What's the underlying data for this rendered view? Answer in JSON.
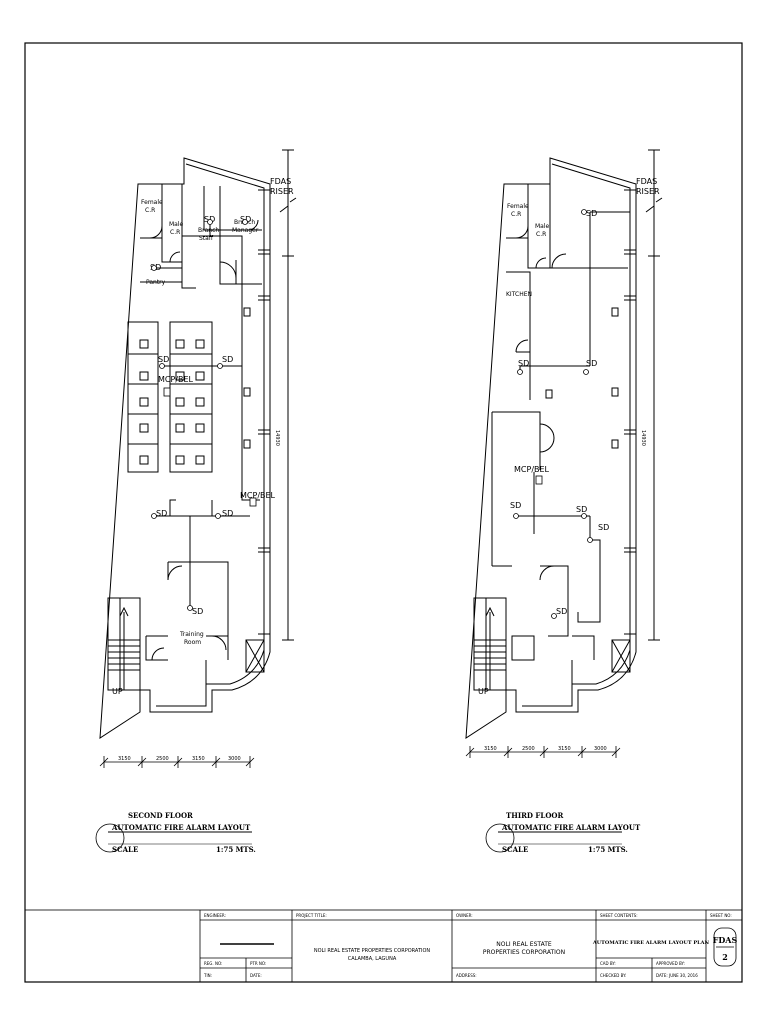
{
  "sheet": {
    "riser_label_1": "FDAS",
    "riser_label_2": "RISER",
    "up_label": "UP",
    "sd": "SD",
    "mcp_bel": "MCP/BEL",
    "dim_vertical": "14930",
    "dims": [
      "3150",
      "2500",
      "3150",
      "3000"
    ]
  },
  "second_floor": {
    "title": "SECOND FLOOR",
    "subtitle": "AUTOMATIC FIRE ALARM LAYOUT",
    "scale_label": "SCALE",
    "scale_value": "1:75 MTS.",
    "rooms": {
      "female_cr_1": "Female",
      "female_cr_2": "C.R",
      "male_cr_1": "Male",
      "male_cr_2": "C.R",
      "branch_staff_1": "Branch",
      "branch_staff_2": "Staff",
      "branch_manager_1": "Branch",
      "branch_manager_2": "Manager",
      "pantry": "Pantry",
      "training_1": "Training",
      "training_2": "Room"
    }
  },
  "third_floor": {
    "title": "THIRD FLOOR",
    "subtitle": "AUTOMATIC FIRE ALARM LAYOUT",
    "scale_label": "SCALE",
    "scale_value": "1:75 MTS.",
    "rooms": {
      "female_cr_1": "Female",
      "female_cr_2": "C.R",
      "male_cr_1": "Male",
      "male_cr_2": "C.R",
      "kitchen": "KITCHEN"
    }
  },
  "title_block": {
    "engineer_label": "ENGINEER:",
    "project_title_label": "PROJECT TITLE:",
    "project_title_line1": "NOLI REAL ESTATE PROPERTIES CORPORATION",
    "project_title_line2": "CALAMBA, LAGUNA",
    "owner_label": "OWNER:",
    "owner_line1": "NOLI REAL ESTATE",
    "owner_line2": "PROPERTIES CORPORATION",
    "address_label": "ADDRESS:",
    "sheet_contents_label": "SHEET CONTENTS:",
    "sheet_contents_value": "AUTOMATIC FIRE ALARM LAYOUT PLAN",
    "cad_by_label": "CAD BY:",
    "approved_by_label": "APPROVED BY:",
    "checked_by_label": "CHECKED BY:",
    "date_label": "DATE: JUNE 30, 2016",
    "sheet_no_label": "SHEET NO:",
    "sheet_code": "FDAS",
    "sheet_number": "2",
    "reg_no_label": "REG. NO:",
    "ptr_no_label": "PTR NO:",
    "tin_label": "TIN:",
    "date_short_label": "DATE:"
  }
}
